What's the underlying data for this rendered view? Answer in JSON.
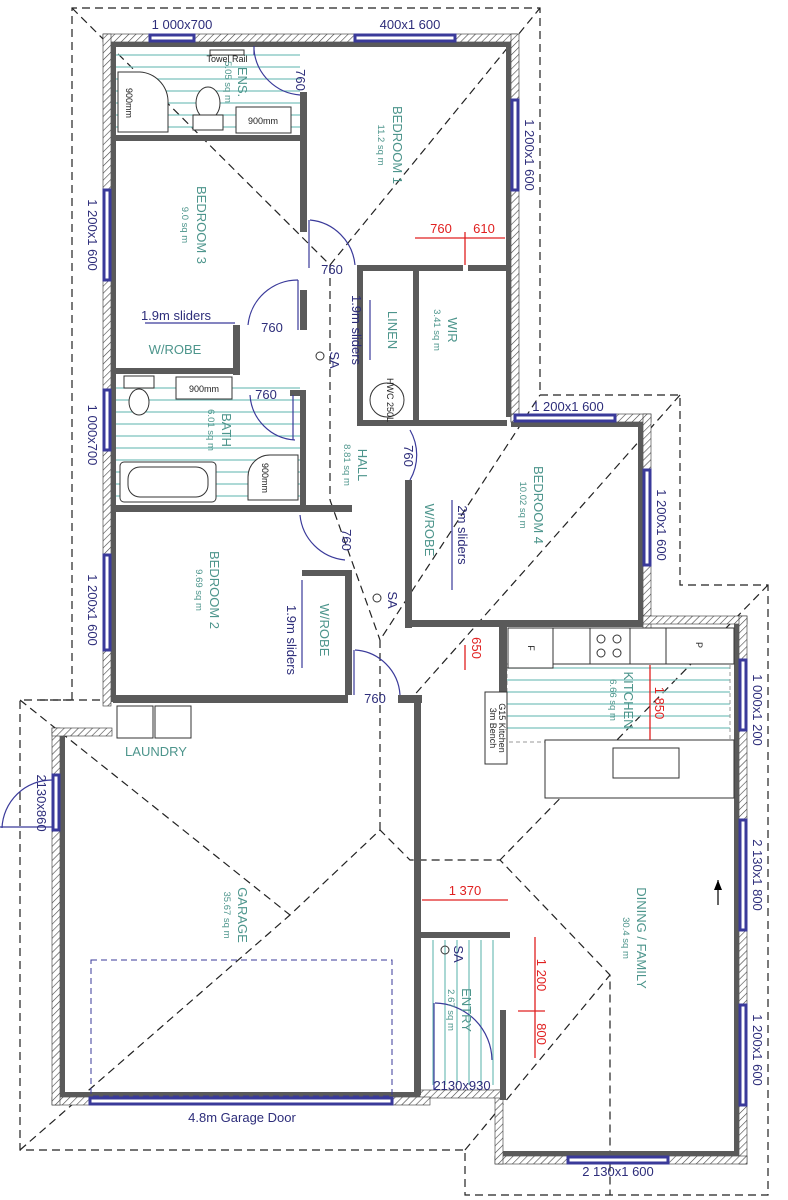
{
  "title": "Floor plan",
  "rooms": {
    "ensuite": {
      "name": "ENS.",
      "area": "5.05 sq m"
    },
    "bedroom1": {
      "name": "BEDROOM 1",
      "area": "11.2 sq m"
    },
    "bedroom3": {
      "name": "BEDROOM 3",
      "area": "9.0 sq m"
    },
    "wir": {
      "name": "WIR",
      "area": "3.41 sq m"
    },
    "linen": {
      "name": "LINEN"
    },
    "wrobe3": {
      "name": "W/ROBE"
    },
    "bath": {
      "name": "BATH",
      "area": "6.01 sq m"
    },
    "hall": {
      "name": "HALL",
      "area": "8.81 sq m"
    },
    "bedroom4": {
      "name": "BEDROOM 4",
      "area": "10.02 sq m"
    },
    "wrobe4": {
      "name": "W/ROBE"
    },
    "bedroom2": {
      "name": "BEDROOM 2",
      "area": "9.69 sq m"
    },
    "wrobe2": {
      "name": "W/ROBE"
    },
    "kitchen": {
      "name": "KITCHEN",
      "area": "6.66 sq m"
    },
    "laundry": {
      "name": "LAUNDRY"
    },
    "garage": {
      "name": "GARAGE",
      "area": "35.67 sq m"
    },
    "entry": {
      "name": "ENTRY",
      "area": "2.67 sq m"
    },
    "dining": {
      "name": "DINING / FAMILY",
      "area": "30.4 sq m"
    }
  },
  "windows": {
    "ens": "1 000x700",
    "bed1_top": "400x1 600",
    "bed1_right": "1 200x1 600",
    "bed3_left": "1 200x1 600",
    "bath_left": "1 000x700",
    "bed4_top": "1 200x1 600",
    "bed4_right": "1 200x1 600",
    "bed2_left": "1 200x1 600",
    "kitchen_right": "1 000x1 200",
    "garage_side_door": "2130x860",
    "dining_right_top": "2 130x1 800",
    "dining_right_bottom": "1 200x1 600",
    "dining_bottom": "2 130x1 600",
    "entry_door": "2130x930",
    "garage_door": "4.8m Garage Door"
  },
  "doors": {
    "d760": "760"
  },
  "sliders": {
    "bed3": "1.9m sliders",
    "linen": "1.9m sliders",
    "bed4": "2m sliders",
    "bed2": "1.9m sliders"
  },
  "fixtures": {
    "towel_rail": "Towel Rail",
    "shower": "900mm",
    "vanity": "900mm",
    "hwc": "HWC 250L",
    "fridge": "F",
    "pantry": "P",
    "kitchen_note_1": "G15 Kitchen",
    "kitchen_note_2": "3m Bench",
    "smoke_alarm": "SA"
  },
  "red_dims": {
    "wir_a": "760",
    "wir_b": "610",
    "kitchen_gap": "650",
    "kitchen_depth": "1 850",
    "entry_width": "1 370",
    "entry_a": "1 200",
    "entry_b": "800"
  },
  "colors": {
    "room_label": "#4d958c",
    "window_label": "#2d2d7a",
    "dimension": "#e02020",
    "wall": "#5a5a5a"
  }
}
